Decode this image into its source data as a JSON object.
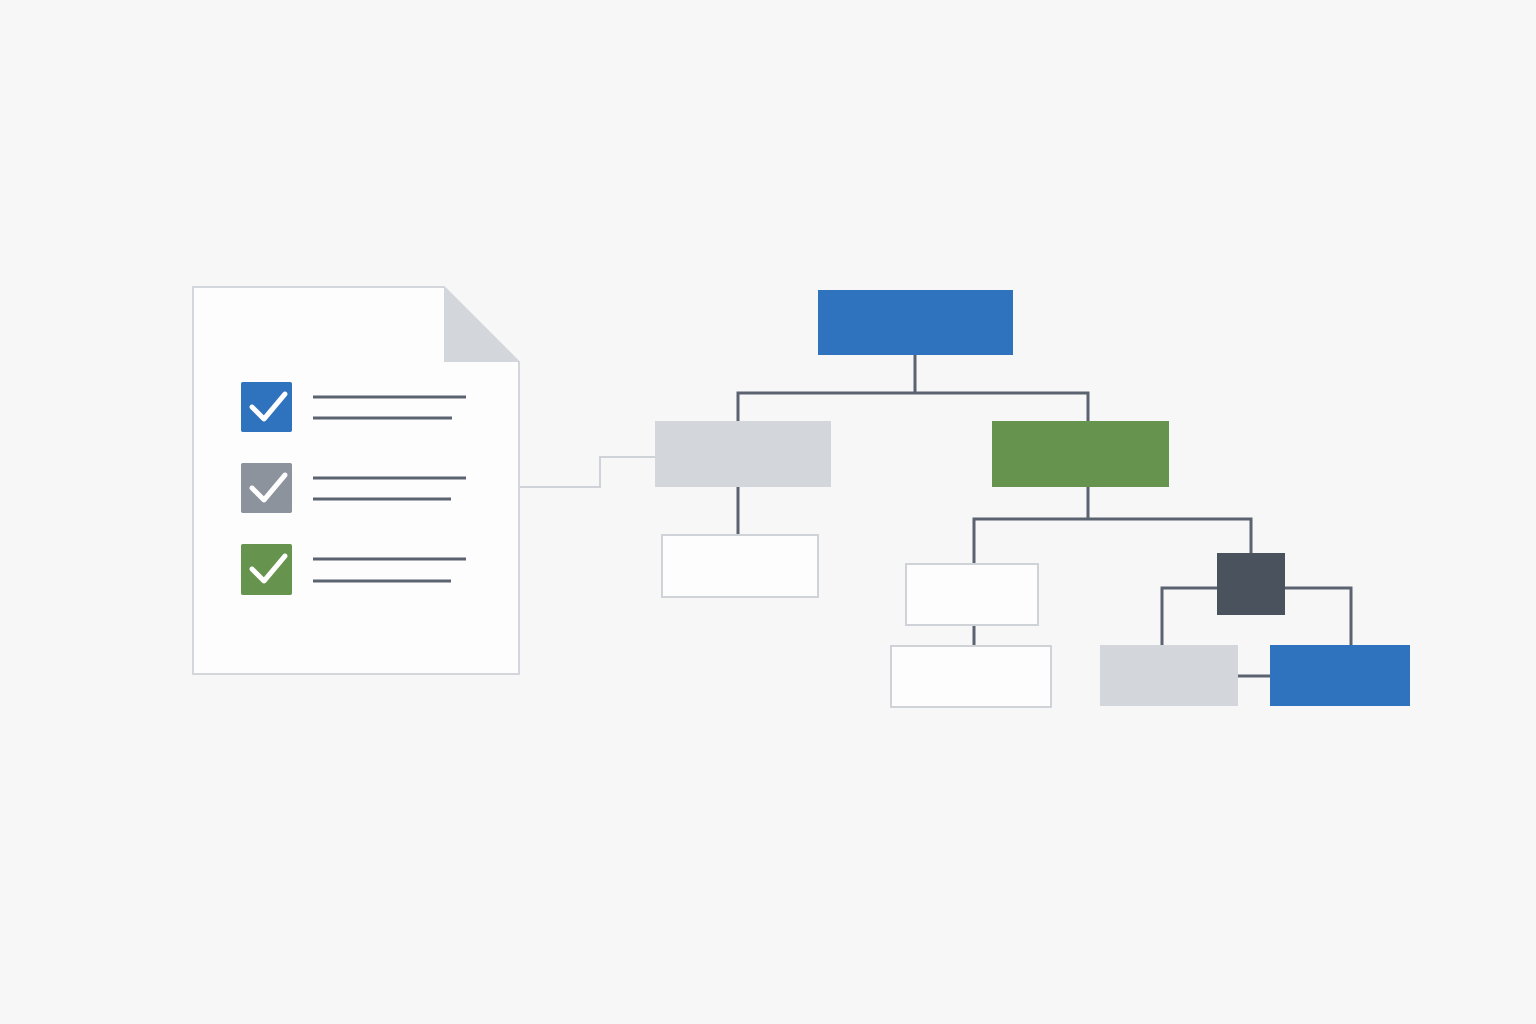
{
  "colors": {
    "background": "#f7f7f7",
    "document_fill": "#fdfdfd",
    "document_border": "#d3d6db",
    "document_fold": "#d3d6db",
    "line_dark": "#5b6270",
    "line_light": "#cfd3d8",
    "blue": "#2f72bd",
    "gray": "#8c939d",
    "green": "#66944e",
    "light_gray": "#d3d6db",
    "dark_slate": "#4a525e",
    "white_box": "#fdfdfd",
    "white_box_border": "#cfd3d8",
    "check_mark": "#ffffff"
  },
  "document": {
    "checklist": [
      {
        "color_key": "blue",
        "checked": true,
        "icon": "check-icon"
      },
      {
        "color_key": "gray",
        "checked": true,
        "icon": "check-icon"
      },
      {
        "color_key": "green",
        "checked": true,
        "icon": "check-icon"
      }
    ]
  },
  "tree": {
    "nodes": [
      {
        "id": "root",
        "fill_key": "blue"
      },
      {
        "id": "left-child",
        "fill_key": "light_gray"
      },
      {
        "id": "right-child",
        "fill_key": "green"
      },
      {
        "id": "left-leaf",
        "fill_key": "white_box"
      },
      {
        "id": "mid-node",
        "fill_key": "white_box"
      },
      {
        "id": "mid-leaf",
        "fill_key": "white_box"
      },
      {
        "id": "dark-node",
        "fill_key": "dark_slate"
      },
      {
        "id": "gray-leaf",
        "fill_key": "light_gray"
      },
      {
        "id": "blue-leaf",
        "fill_key": "blue"
      }
    ]
  }
}
